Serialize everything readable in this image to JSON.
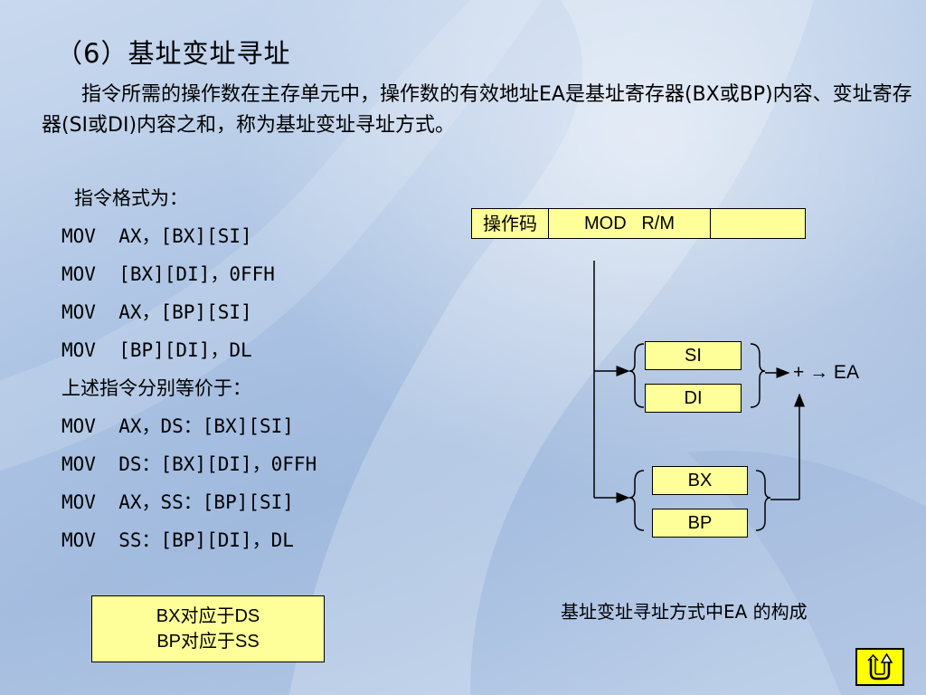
{
  "title": "（6）基址变址寻址",
  "paragraph": "指令所需的操作数在主存单元中，操作数的有效地址EA是基址寄存器(BX或BP)内容、变址寄存器(SI或DI)内容之和，称为基址变址寻址方式。",
  "code": {
    "format_heading": "指令格式为：",
    "lines": [
      "MOV  AX，[BX][SI]",
      "MOV  [BX][DI]，0FFH",
      "MOV  AX，[BP][SI]",
      "MOV  [BP][DI]，DL"
    ],
    "equiv_heading": "上述指令分别等价于：",
    "equiv_lines": [
      "MOV  AX，DS：[BX][SI]",
      "MOV  DS：[BX][DI]，0FFH",
      "MOV  AX，SS：[BP][SI]",
      "MOV  SS：[BP][DI]，DL"
    ]
  },
  "diagram": {
    "format_cells": [
      "操作码",
      "MOD   R/M",
      ""
    ],
    "index_registers": [
      "SI",
      "DI"
    ],
    "base_registers": [
      "BX",
      "BP"
    ],
    "result": "+  → EA",
    "caption": "基址变址寻址方式中EA 的构成"
  },
  "note": {
    "line1": "BX对应于DS",
    "line2": "BP对应于SS"
  },
  "colors": {
    "box_fill": "#ffff99",
    "button_fill": "#ffff00",
    "background": "#b4c9e6"
  },
  "icons": {
    "return_button": "u-turn-arrow-icon"
  }
}
